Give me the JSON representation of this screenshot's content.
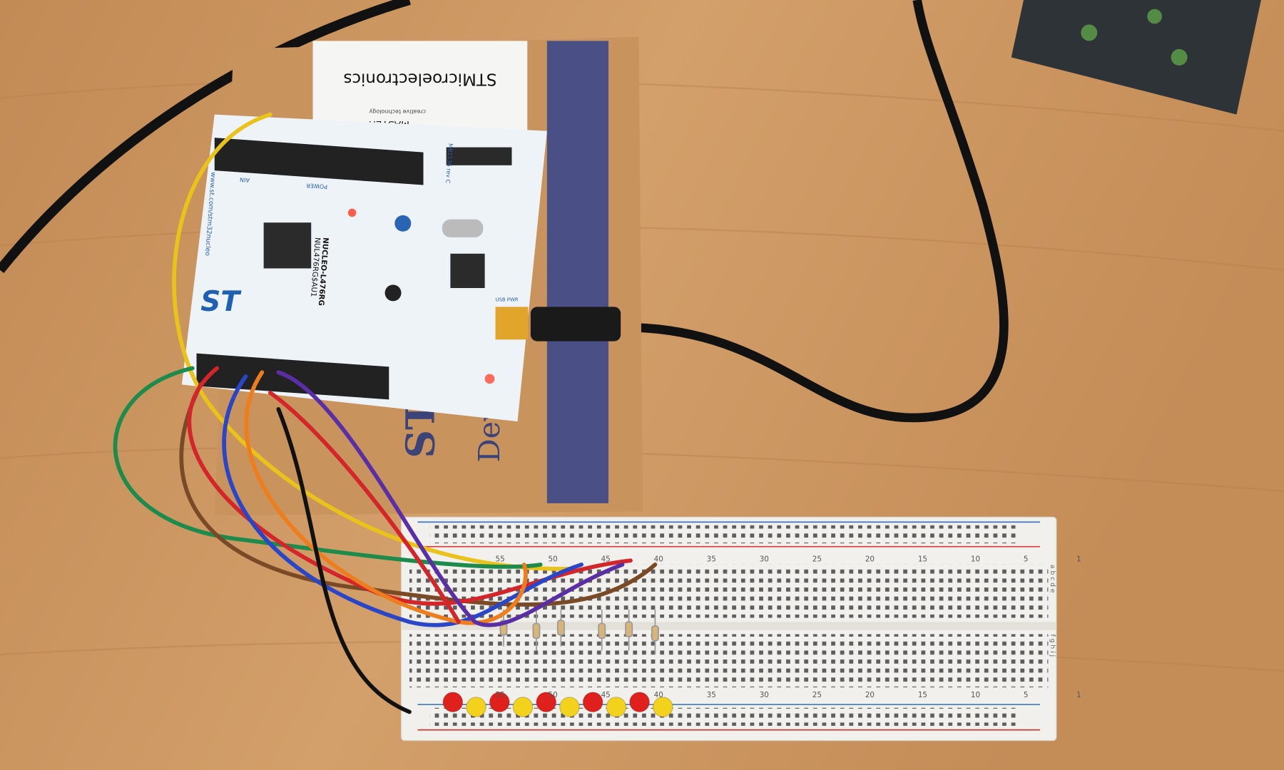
{
  "label_sticker": {
    "brand": "STMicroelectronics",
    "distributor": "MASTER",
    "tagline": "creative technology"
  },
  "board": {
    "model": "NUCLEO-L476RG",
    "part": "NUL476RG$AU1",
    "url": "www.st.com/stm32nucleo",
    "logo": "ST",
    "revision": "MB1136 rev C",
    "power_label": "POWER",
    "ain_label": "AIN",
    "usb_label": "USB PWR"
  },
  "box": {
    "text_st": "ST",
    "text_dev": "Dev"
  },
  "breadboard": {
    "column_numbers": [
      "55",
      "50",
      "45",
      "40",
      "35",
      "30",
      "25",
      "20",
      "15",
      "10",
      "5",
      "1"
    ],
    "row_letters_top": "a b c d e",
    "row_letters_bottom": "f g h i j"
  },
  "colors": {
    "desk": "#c9935e",
    "board": "#eef3f8",
    "box": "#c8935c",
    "box_stripe": "#4a4f86",
    "breadboard": "#f2f0ec"
  },
  "leds": [
    "red",
    "yellow",
    "red",
    "yellow",
    "red",
    "yellow",
    "red",
    "yellow",
    "red",
    "yellow"
  ]
}
